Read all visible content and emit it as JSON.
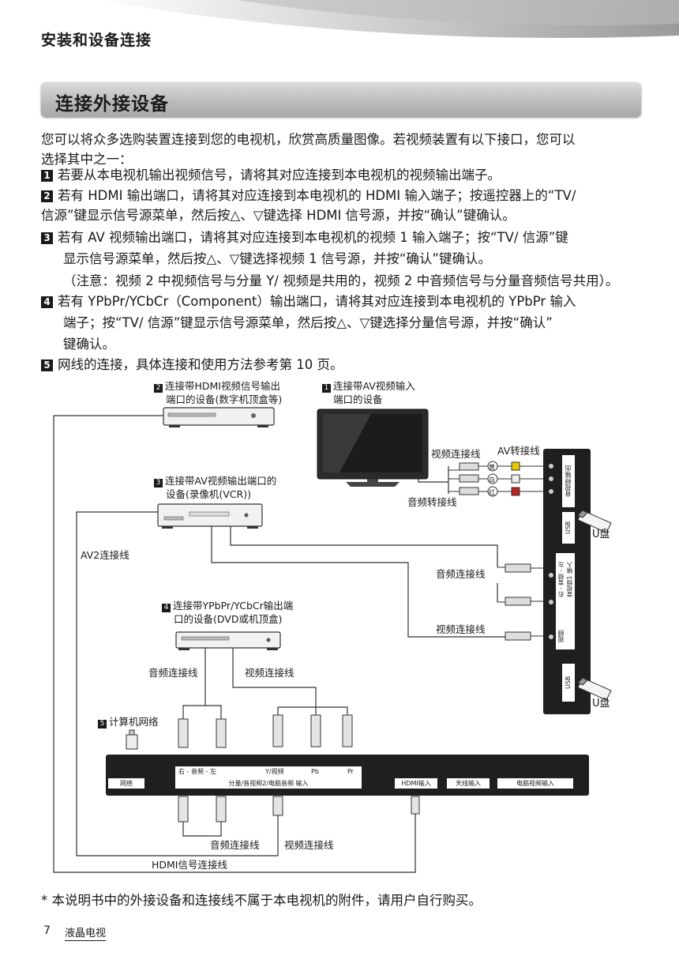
{
  "header": {
    "title": "安装和设备连接"
  },
  "section": {
    "title": "连接外接设备"
  },
  "intro": {
    "line1": "您可以将众多选购装置连接到您的电视机，欣赏高质量图像。若视频装置有以下接口，您可以",
    "line2": "选择其中之一："
  },
  "items": [
    {
      "num": "1",
      "lines": [
        "若要从本电视机输出视频信号，请将其对应连接到本电视机的视频输出端子。"
      ]
    },
    {
      "num": "2",
      "lines": [
        "若有 HDMI 输出端口，请将其对应连接到本电视机的 HDMI 输入端子；按遥控器上的“TV/",
        "信源”键显示信号源菜单，然后按△、▽键选择 HDMI 信号源，并按“确认”键确认。"
      ]
    },
    {
      "num": "3",
      "lines": [
        "若有 AV 视频输出端口，请将其对应连接到本电视机的视频 1 输入端子；按“TV/ 信源”键",
        "显示信号源菜单，然后按△、▽键选择视频 1 信号源，并按“确认”键确认。",
        "（注意：视频 2 中视频信号与分量 Y/ 视频是共用的，视频 2 中音频信号与分量音频信号共用）。"
      ]
    },
    {
      "num": "4",
      "lines": [
        "若有 YPbPr/YCbCr（Component）输出端口，请将其对应连接到本电视机的 YPbPr 输入",
        "端子；按“TV/ 信源”键显示信号源菜单，然后按△、▽键选择分量信号源，并按“确认”",
        "键确认。"
      ]
    },
    {
      "num": "5",
      "lines": [
        "网线的连接，具体连接和使用方法参考第 10 页。"
      ]
    }
  ],
  "diagram": {
    "dev2": {
      "num": "2",
      "line1": "连接带HDMI视频信号输出",
      "line2": "端口的设备(数字机顶盒等)"
    },
    "dev1": {
      "num": "1",
      "line1": "连接带AV视频输入",
      "line2": "端口的设备"
    },
    "dev3": {
      "num": "3",
      "line1": "连接带AV视频输出端口的",
      "line2": "设备(录像机(VCR))"
    },
    "dev4": {
      "num": "4",
      "line1": "连接带YPbPr/YCbCr输出端",
      "line2": "口的设备(DVD或机顶盒)"
    },
    "dev5": {
      "num": "5",
      "label": "计算机网络"
    },
    "video_cable": "视频连接线",
    "av_adapter": "AV转接线",
    "audio_adapter": "音频转接线",
    "audio_cable": "音频连接线",
    "av2_cable": "AV2连接线",
    "hdmi_cable": "HDMI信号连接线",
    "usb_drive": "U盘",
    "color_yellow": "黄",
    "color_white": "白",
    "color_red": "红",
    "side_panel": {
      "audio_video_out": "音视频输出",
      "usb": "USB",
      "av1_audio": "右 - 音频 - 左",
      "av1_title": "音视频1 输入",
      "video": "视频"
    },
    "bottom_panel": {
      "network": "网络",
      "audio_lr": "右 - 音频 - 左",
      "y_video": "Y/视频",
      "pb": "Pb",
      "pr": "Pr",
      "component_caption": "分量/音视频2/电脑音频 输入",
      "hdmi_in": "HDMI输入",
      "antenna_in": "天线输入",
      "pc_video_in": "电脑视频输入"
    }
  },
  "footnote": "* 本说明书中的外接设备和连接线不属于本电视机的附件，请用户自行购买。",
  "page": {
    "number": "7",
    "name": "液晶电视"
  }
}
